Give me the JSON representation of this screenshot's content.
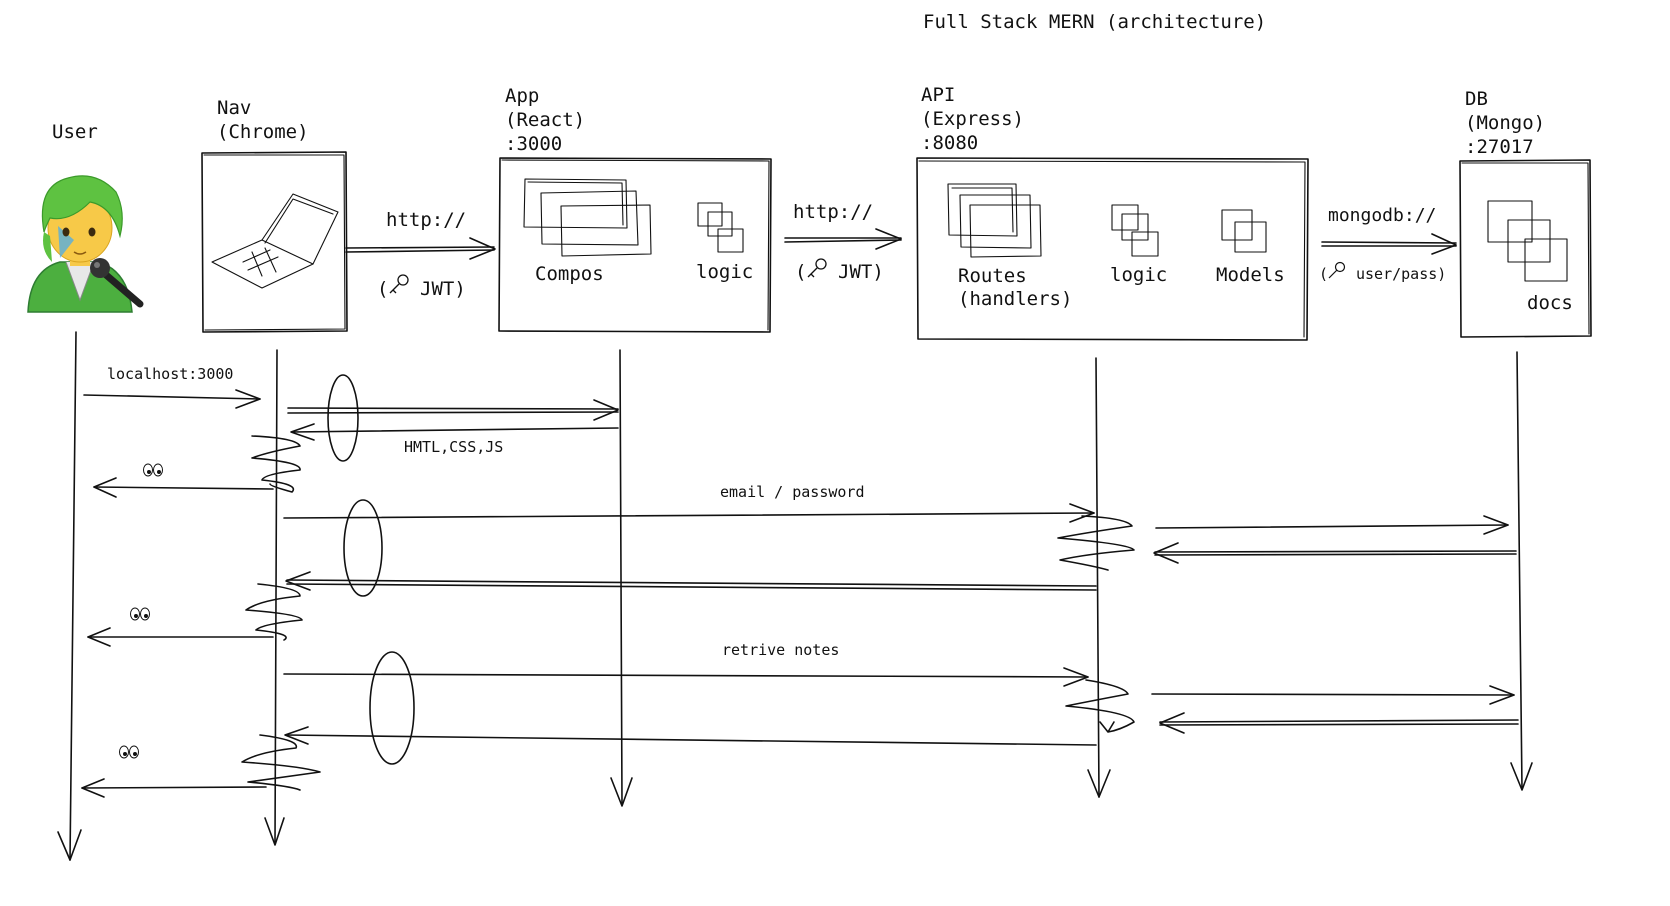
{
  "title": "Full Stack MERN (architecture)",
  "participants": {
    "user": {
      "label": "User"
    },
    "nav": {
      "line1": "Nav",
      "line2": "(Chrome)"
    },
    "app": {
      "line1": "App",
      "line2": "(React)",
      "line3": ":3000",
      "items": [
        "Compos",
        "logic"
      ]
    },
    "api": {
      "line1": "API",
      "line2": "(Express)",
      "line3": ":8080",
      "items": [
        "Routes",
        "(handlers)",
        "logic",
        "Models"
      ]
    },
    "db": {
      "line1": "DB",
      "line2": "(Mongo)",
      "line3": ":27017",
      "items": [
        "docs"
      ]
    }
  },
  "connections": {
    "nav_app": {
      "protocol": "http://",
      "auth": "JWT)",
      "auth_prefix": "("
    },
    "app_api": {
      "protocol": "http://",
      "auth": "JWT)",
      "auth_prefix": "("
    },
    "api_db": {
      "protocol": "mongodb://",
      "auth": "user/pass)",
      "auth_prefix": "("
    }
  },
  "messages": {
    "m1": "localhost:3000",
    "m2": "HMTL,CSS,JS",
    "m3": "email / password",
    "m4": "retrive notes"
  },
  "icons": {
    "user": "person-with-microphone-icon",
    "browser": "laptop-icon",
    "key": "key-icon",
    "eyes": "eyes-icon"
  },
  "colors": {
    "ink": "#111111",
    "hair": "#5ec241",
    "skin": "#f7c948",
    "jacket": "#4caf3f"
  }
}
